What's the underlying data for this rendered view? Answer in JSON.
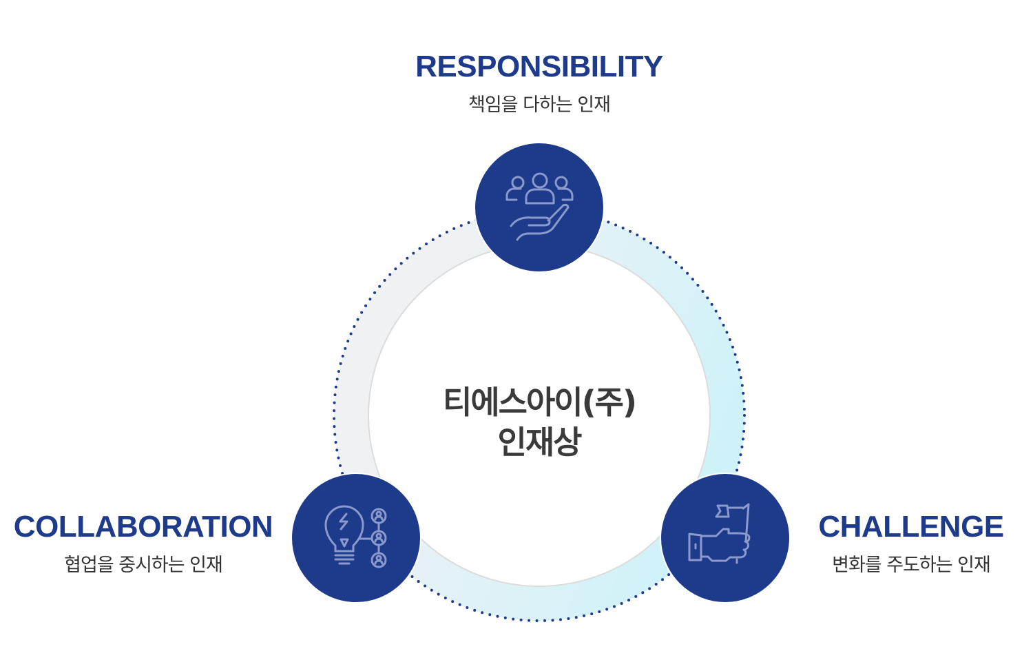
{
  "center": {
    "line1": "티에스아이(주)",
    "line2": "인재상"
  },
  "nodes": [
    {
      "title": "RESPONSIBILITY",
      "subtitle": "책임을 다하는 인재",
      "icon": "hand-holding-people-icon"
    },
    {
      "title": "COLLABORATION",
      "subtitle": "협업을 중시하는 인재",
      "icon": "lightbulb-network-icon"
    },
    {
      "title": "CHALLENGE",
      "subtitle": "변화를 주도하는 인재",
      "icon": "hand-holding-flag-icon"
    }
  ],
  "colors": {
    "node": "#1e3a8a",
    "icon": "#8a9acc",
    "dots": "#1e3a8a",
    "ring_left": "#f0f1f3",
    "ring_right": "#d2f2f8"
  }
}
